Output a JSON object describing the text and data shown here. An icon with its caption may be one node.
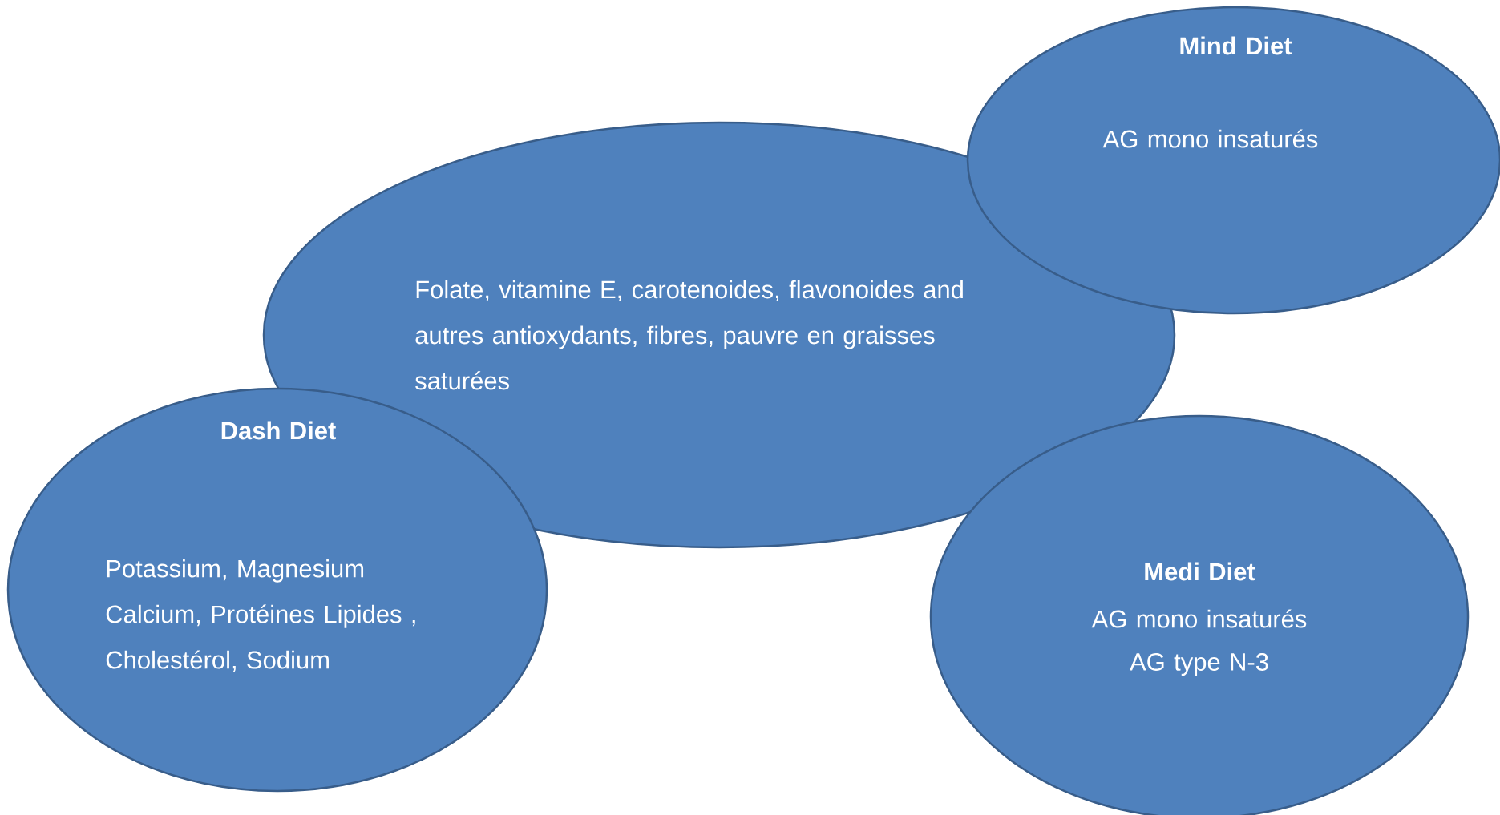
{
  "diagram": {
    "nodes": [
      {
        "text": [
          "Mind Diet",
          "AG mono insaturés"
        ]
      },
      {
        "text": [
          "Folate, vitamine E, carotenoides, flavonoides and autres antioxydants, fibres, pauvre en graisses saturées"
        ]
      },
      {
        "text": [
          "Dash Diet",
          "Potassium, Magnesium Calcium, Protéines Lipides , Cholestérol, Sodium"
        ]
      },
      {
        "text": [
          "Medi Diet",
          "AG mono insaturés",
          "AG type N-3"
        ]
      }
    ]
  }
}
